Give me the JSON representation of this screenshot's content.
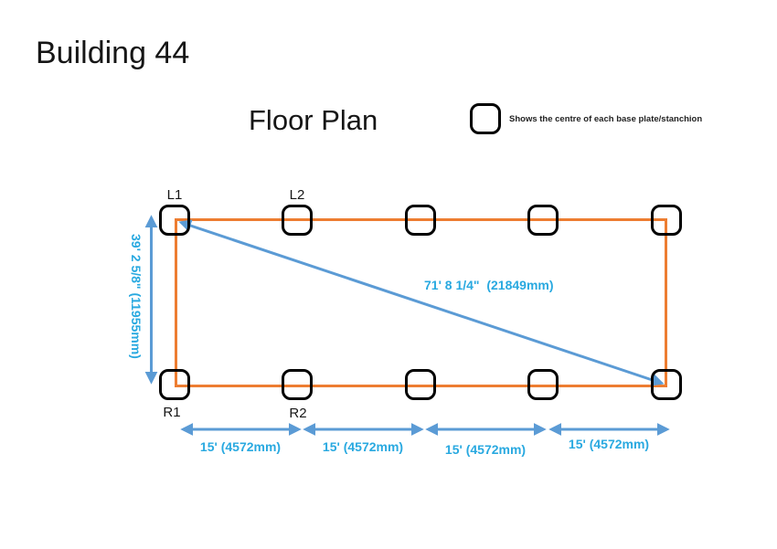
{
  "page": {
    "title": "Building 44"
  },
  "floor_plan": {
    "heading": "Floor Plan",
    "legend": {
      "icon": "rounded-square-stanchion-icon",
      "text": "Shows the centre of each base plate/stanchion"
    },
    "stanchion_labels": {
      "L1": "L1",
      "L2": "L2",
      "R1": "R1",
      "R2": "R2"
    },
    "stanchion_grid": {
      "columns": 5,
      "rows": 2
    },
    "dimensions": {
      "height": {
        "label": "39' 2 5/8\" (11955mm)",
        "feet_inches": "39' 2 5/8\"",
        "mm": 11955
      },
      "diagonal": {
        "label": "71' 8 1/4\"  (21849mm)",
        "feet_inches": "71' 8 1/4\"",
        "mm": 21849
      },
      "bay_segments": [
        "15' (4572mm)",
        "15' (4572mm)",
        "15' (4572mm)",
        "15' (4572mm)"
      ],
      "bay_mm": 4572
    },
    "colors": {
      "outline": "#ED7D31",
      "arrow": "#5B9BD5",
      "dimension_text": "#29A9E0",
      "marker": "#000000"
    }
  }
}
